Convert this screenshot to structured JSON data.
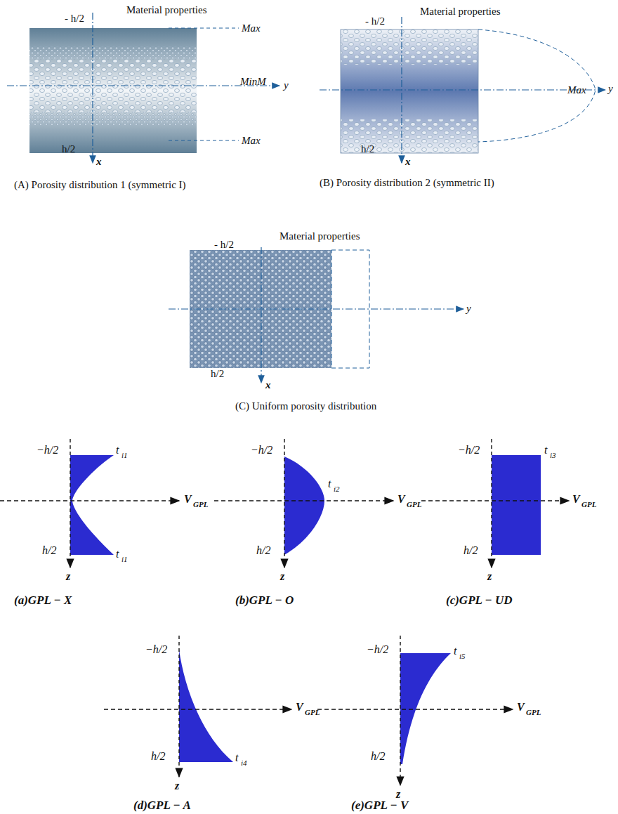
{
  "diagram": {
    "labels": [
      "Material properties",
      "- h/2",
      "Max",
      "MinM",
      "y",
      "Max",
      "h/2",
      "x",
      "(A) Porosity distribution 1 (symmetric I)",
      "Material properties",
      "- h/2",
      "Max",
      "y",
      "h/2",
      "x",
      "(B) Porosity distribution 2 (symmetric II)",
      "Material properties",
      "- h/2",
      "y",
      "h/2",
      "x",
      "(C) Uniform porosity distribution",
      "−h/2",
      "t",
      "i1",
      "V",
      "GPL",
      "h/2",
      "t",
      "i1",
      "z",
      "(a)GPL − X",
      "−h/2",
      "t",
      "i2",
      "V",
      "GPL",
      "h/2",
      "z",
      "(b)GPL − O",
      "−h/2",
      "t",
      "i3",
      "V",
      "GPL",
      "h/2",
      "z",
      "(c)GPL − UD",
      "−h/2",
      "V",
      "GPL",
      "h/2",
      "t",
      "i4",
      "z",
      "(d)GPL − A",
      "−h/2",
      "t",
      "i5",
      "V",
      "GPL",
      "h/2",
      "z",
      "(e)GPL − V"
    ]
  }
}
